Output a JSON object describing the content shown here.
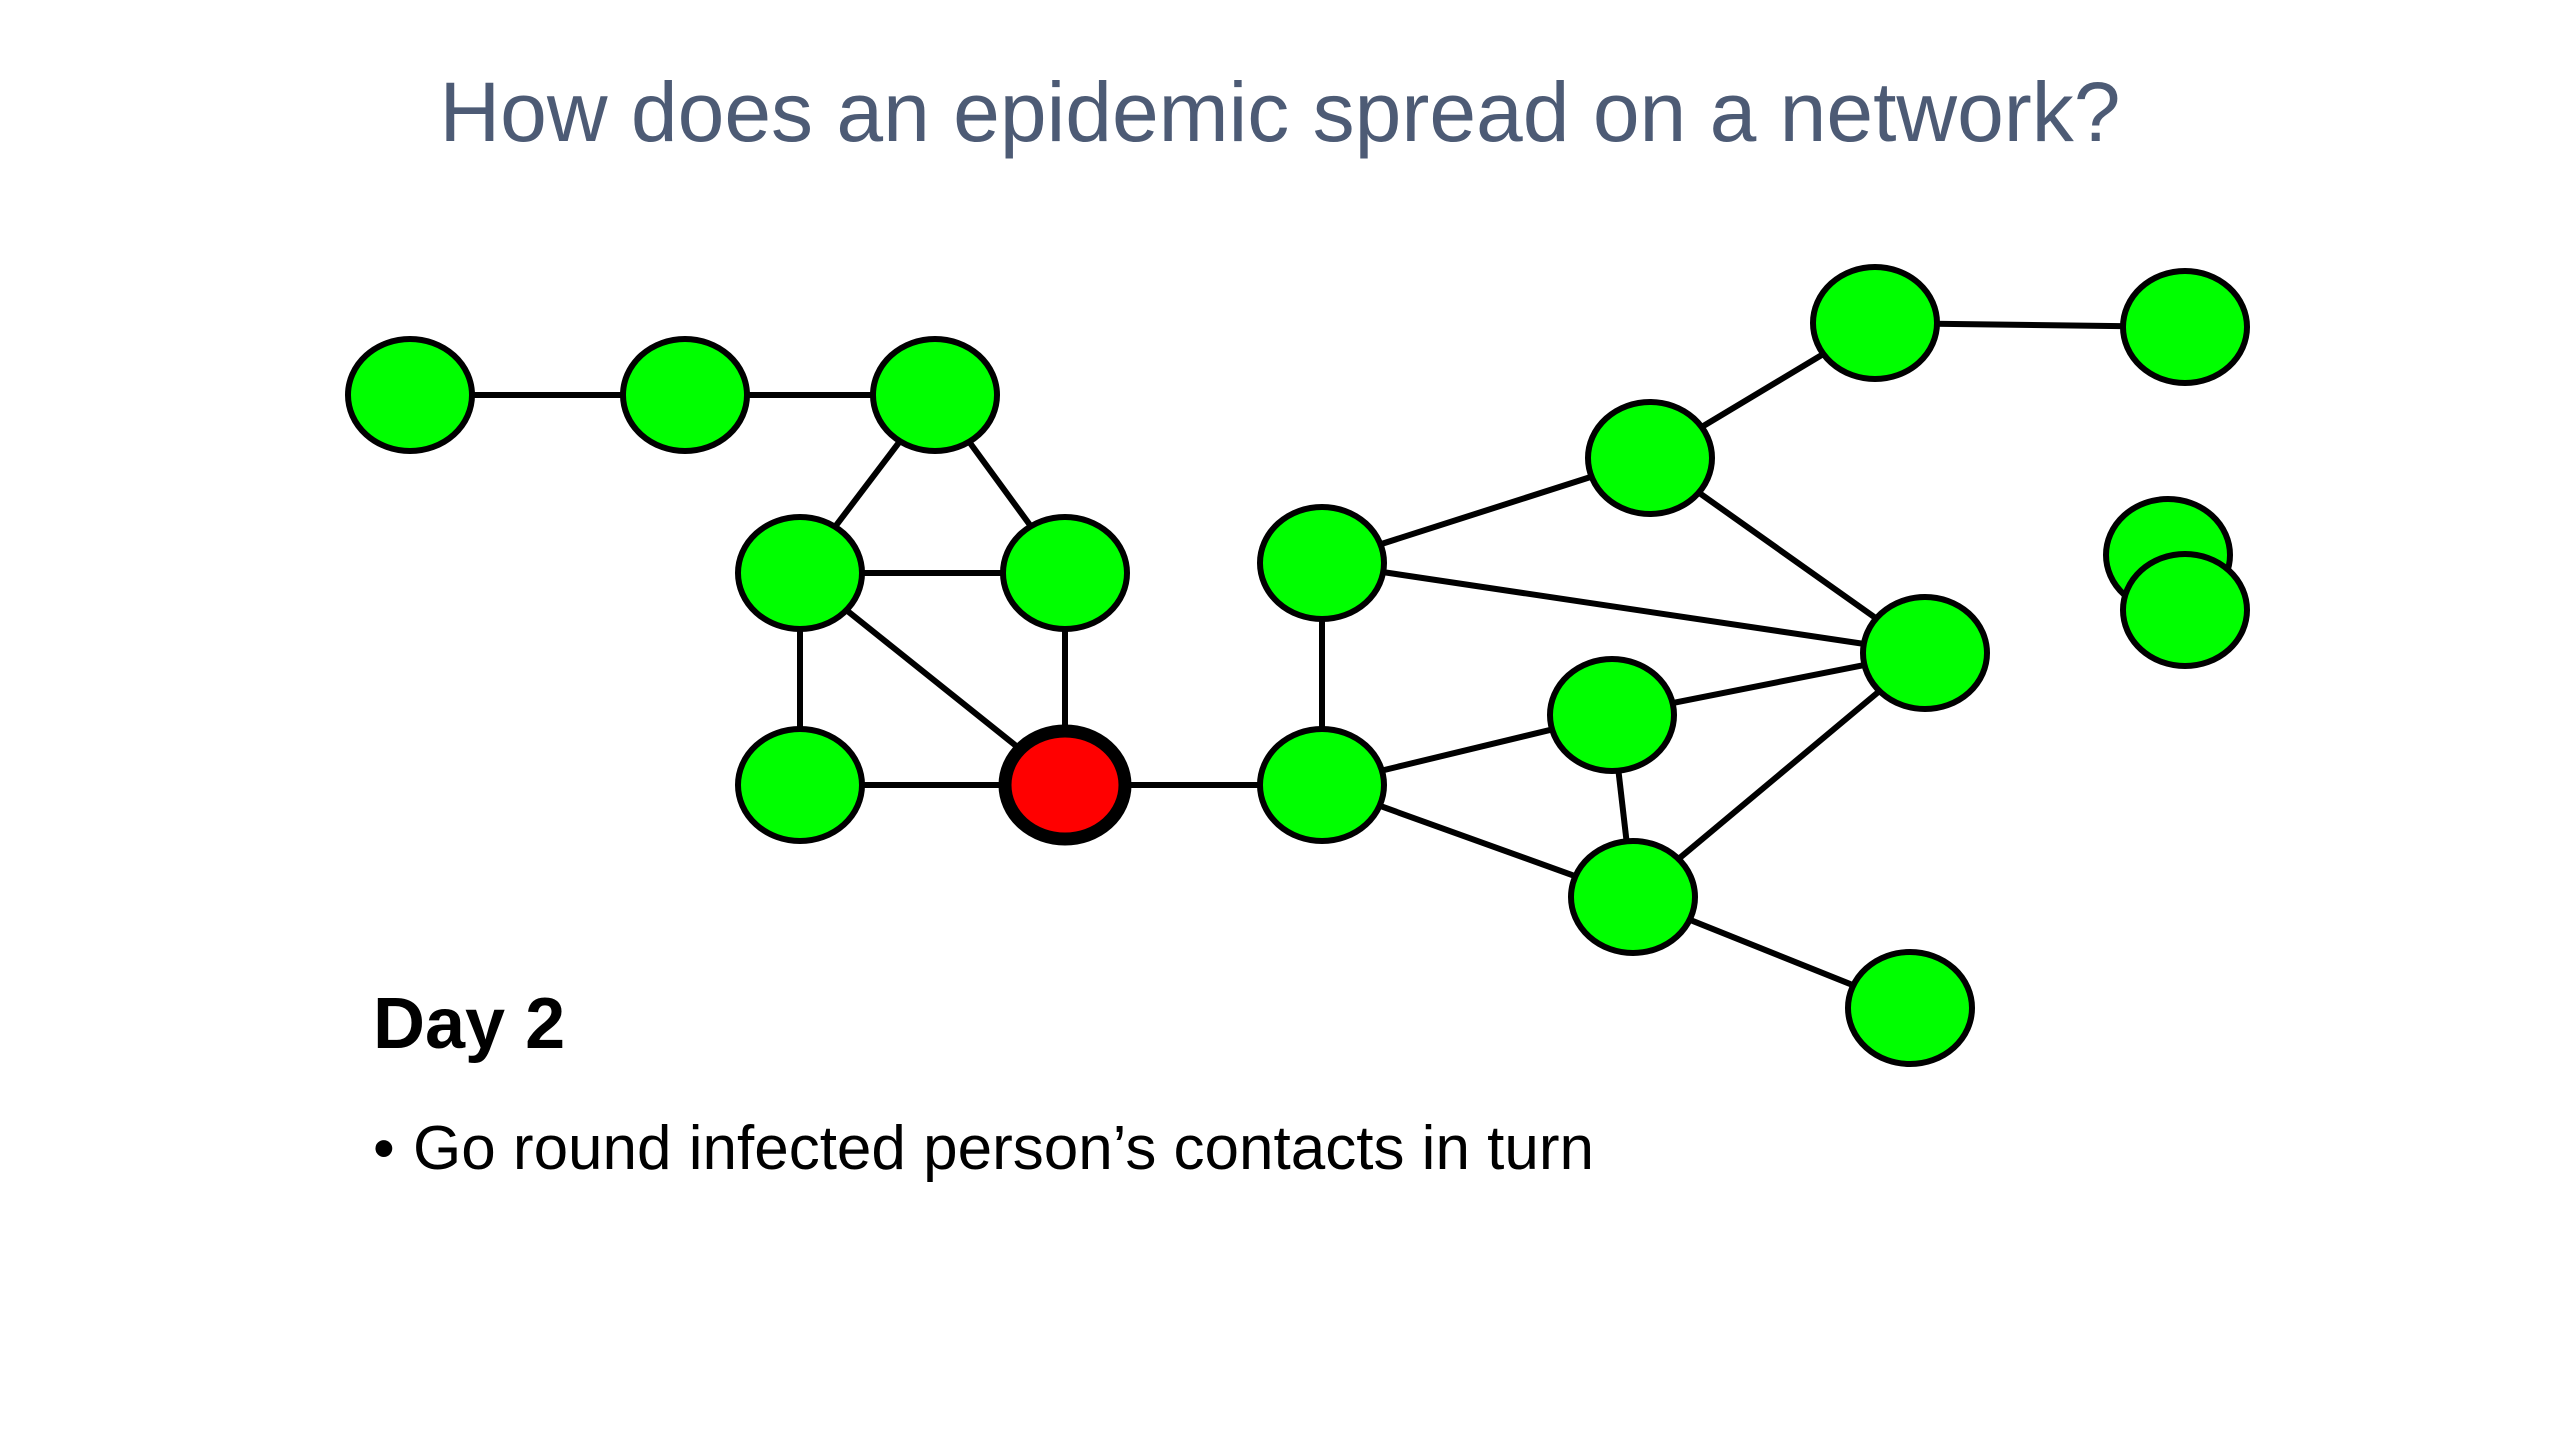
{
  "slide": {
    "title": "How does an epidemic spread on a network?",
    "day_label": "Day 2",
    "bullets": [
      "Go round infected person’s contacts in turn"
    ]
  },
  "colors": {
    "title": "#4d5b75",
    "healthy_node": "#00ff00",
    "infected_node": "#ff0000",
    "edge": "#000000",
    "node_outline": "#000000"
  },
  "network": {
    "nodes": [
      {
        "id": "n1",
        "state": "healthy"
      },
      {
        "id": "n2",
        "state": "healthy"
      },
      {
        "id": "n3",
        "state": "healthy"
      },
      {
        "id": "n4",
        "state": "healthy"
      },
      {
        "id": "n5",
        "state": "healthy"
      },
      {
        "id": "n6",
        "state": "healthy"
      },
      {
        "id": "n7",
        "state": "infected"
      },
      {
        "id": "n8",
        "state": "healthy"
      },
      {
        "id": "n9",
        "state": "healthy"
      },
      {
        "id": "n10",
        "state": "healthy"
      },
      {
        "id": "n11",
        "state": "healthy"
      },
      {
        "id": "n12",
        "state": "healthy"
      },
      {
        "id": "n13",
        "state": "healthy"
      },
      {
        "id": "n14",
        "state": "healthy"
      },
      {
        "id": "n15",
        "state": "healthy"
      },
      {
        "id": "n16",
        "state": "healthy"
      },
      {
        "id": "n17",
        "state": "healthy"
      },
      {
        "id": "n18",
        "state": "healthy"
      }
    ],
    "edges": [
      [
        "n1",
        "n2"
      ],
      [
        "n2",
        "n3"
      ],
      [
        "n3",
        "n4"
      ],
      [
        "n3",
        "n5"
      ],
      [
        "n4",
        "n5"
      ],
      [
        "n4",
        "n6"
      ],
      [
        "n4",
        "n7"
      ],
      [
        "n5",
        "n7"
      ],
      [
        "n6",
        "n7"
      ],
      [
        "n7",
        "n9"
      ],
      [
        "n8",
        "n9"
      ],
      [
        "n8",
        "n11"
      ],
      [
        "n8",
        "n14"
      ],
      [
        "n11",
        "n12"
      ],
      [
        "n12",
        "n13"
      ],
      [
        "n11",
        "n14"
      ],
      [
        "n10",
        "n14"
      ],
      [
        "n9",
        "n10"
      ],
      [
        "n9",
        "n16"
      ],
      [
        "n10",
        "n16"
      ],
      [
        "n14",
        "n16"
      ],
      [
        "n16",
        "n17"
      ]
    ]
  }
}
